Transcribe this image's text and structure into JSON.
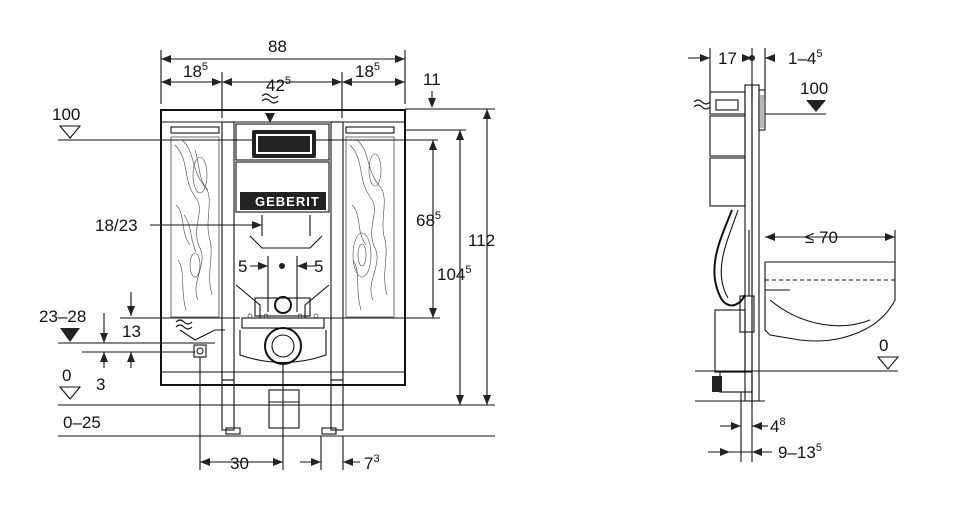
{
  "front_view": {
    "width_total": "88",
    "left_offset": {
      "base": "18",
      "sup": "5"
    },
    "center_width": {
      "base": "42",
      "sup": "5"
    },
    "right_offset": {
      "base": "18",
      "sup": "5"
    },
    "top_gap": "11",
    "level_top": "100",
    "flush_height": "18/23",
    "height_upper": {
      "base": "68",
      "sup": "5"
    },
    "height_total": "112",
    "height_frame": {
      "base": "104",
      "sup": "5"
    },
    "offset_left": "5",
    "offset_right": "5",
    "drain_range": "23–28",
    "drain_height": "13",
    "pipe_gap": "3",
    "level_floor": "0",
    "floor_range": "0–25",
    "foot_spacing": "30",
    "foot_offset": {
      "base": "7",
      "sup": "3"
    },
    "logo": "GEBERIT"
  },
  "side_view": {
    "depth": "17",
    "wall_gap": {
      "base": "1–4",
      "sup": "5"
    },
    "level_top": "100",
    "bowl_projection": "≤ 70",
    "level_floor": "0",
    "foot_depth": {
      "base": "4",
      "sup": "8"
    },
    "foot_range": {
      "base": "9–13",
      "sup": "5"
    }
  }
}
